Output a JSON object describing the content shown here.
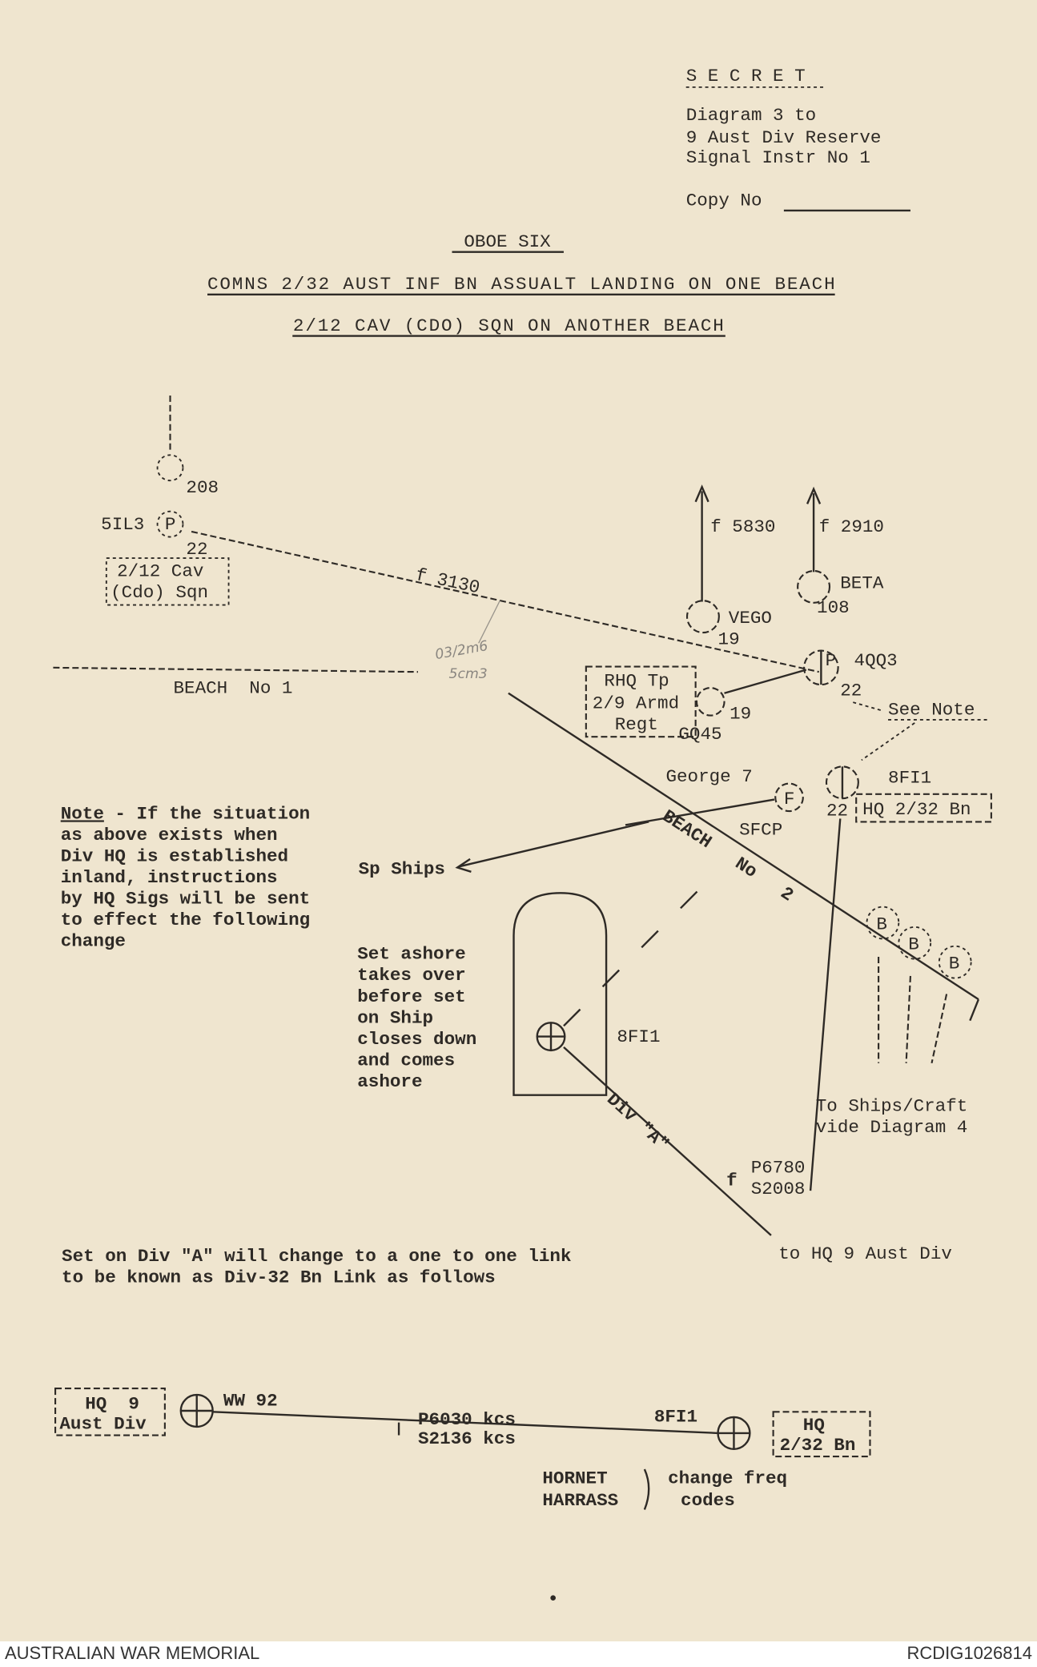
{
  "header": {
    "classification": "S E C R E T",
    "reference": [
      "Diagram 3 to",
      "9 Aust Div Reserve",
      "Signal Instr No 1"
    ],
    "copy_no_label": "Copy No"
  },
  "title": {
    "code": "OBOE SIX",
    "line1": "COMNS 2/32 AUST INF BN ASSUALT LANDING ON ONE BEACH",
    "line2": "2/12 CAV (CDO) SQN ON ANOTHER BEACH"
  },
  "diagram": {
    "cav_node": {
      "num_top": "208",
      "callsign": "5IL3",
      "set": "P",
      "num": "22",
      "box": [
        "2/12 Cav",
        "(Cdo) Sqn"
      ]
    },
    "freq_3130": "f 3130",
    "pencil_note": [
      "03/2m6",
      "5cm3"
    ],
    "beach1": "BEACH  No 1",
    "vego": {
      "freq": "f 5830",
      "name": "VEGO",
      "num": "19"
    },
    "beta": {
      "freq": "f 2910",
      "name": "BETA",
      "num": "108"
    },
    "node_4qq3": {
      "callsign": "4QQ3",
      "set": "P",
      "num": "22"
    },
    "rhq": {
      "box": [
        "RHQ Tp",
        "2/9 Armd",
        "Regt"
      ],
      "num": "19",
      "callsign": "GQ45"
    },
    "see_note": "See Note",
    "george": "George 7",
    "sfcp": {
      "set": "F",
      "name": "SFCP"
    },
    "hq_bn": {
      "callsign": "8FI1",
      "num": "22",
      "box": "HQ 2/32 Bn"
    },
    "beach2": "BEACH   No   2",
    "sp_ships": "Sp Ships",
    "note": [
      "Note",
      " - If the situation",
      "as above exists when",
      "Div HQ is established",
      "inland, instructions",
      "by HQ Sigs will be sent",
      "to effect the following",
      "change"
    ],
    "set_ashore": [
      "Set ashore",
      "takes over",
      "before set",
      "on Ship",
      "closes down",
      "and comes",
      "ashore"
    ],
    "ship_callsign": "8FI1",
    "div_a": "Div \"A\"",
    "boats": [
      "B",
      "B",
      "B"
    ],
    "to_ships": [
      "To Ships/Craft",
      "vide Diagram 4"
    ],
    "freq_div": {
      "f": "f",
      "p": "P6780",
      "s": "S2008"
    },
    "to_hq_div": "to HQ 9 Aust Div"
  },
  "change_text": [
    "Set on Div \"A\" will change to a one to one link",
    "to be known as Div-32 Bn Link as follows"
  ],
  "link": {
    "left_box": [
      "HQ  9",
      "Aust Div"
    ],
    "left_callsign": "WW 92",
    "freq_p": "P6030 kcs",
    "freq_s": "S2136 kcs",
    "right_callsign": "8FI1",
    "right_box": [
      "HQ",
      "2/32 Bn"
    ],
    "codes": [
      "HORNET",
      "HARRASS"
    ],
    "codes_note": [
      "change freq",
      "codes"
    ]
  },
  "footer": {
    "left": "AUSTRALIAN WAR MEMORIAL",
    "right": "RCDIG1026814"
  }
}
